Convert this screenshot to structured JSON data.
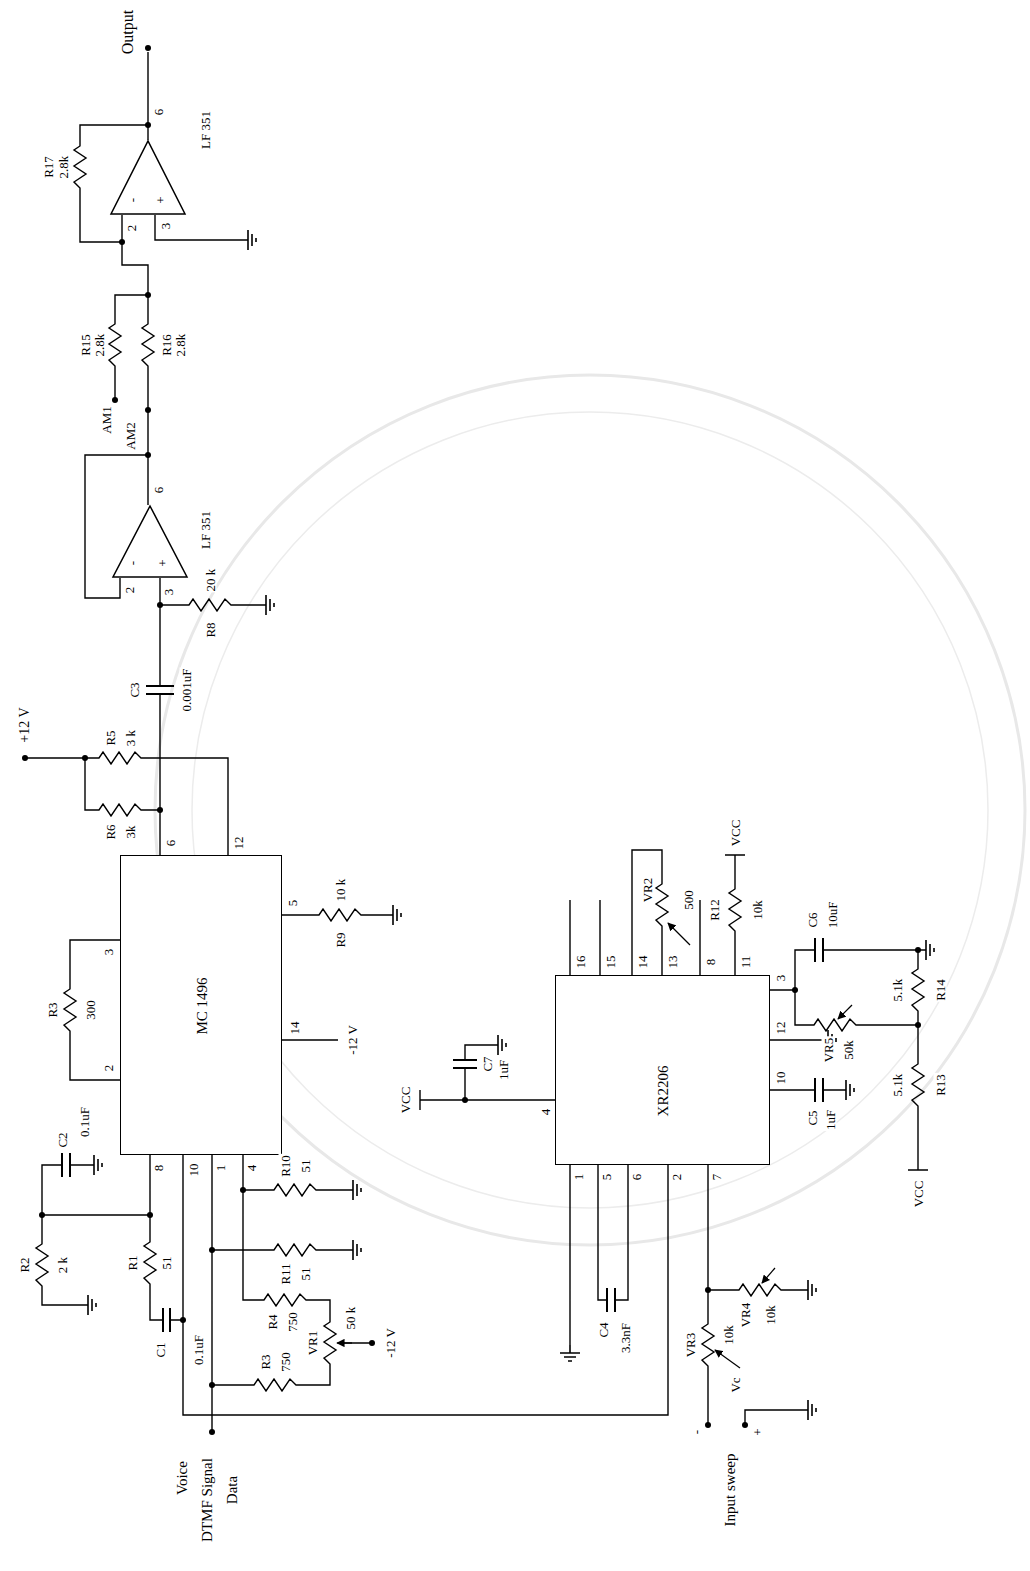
{
  "diagram": {
    "nodes": [
      {
        "text": [
          "MC 1496"
        ]
      },
      {
        "text": [
          "LF 351",
          "-",
          "+"
        ]
      },
      {
        "text": [
          "LF 351",
          "-",
          "+"
        ]
      },
      {
        "text": [
          "XR2206"
        ]
      }
    ],
    "edges": [
      {
        "from": 0,
        "to": 1,
        "arrow": "none"
      },
      {
        "from": 1,
        "to": 2,
        "arrow": "none"
      },
      {
        "from": 3,
        "to": 0,
        "arrow": "none"
      }
    ],
    "labels": [
      "Output",
      "R17",
      "2.8k",
      "2",
      "3",
      "6",
      "R15",
      "2.8k",
      "R16",
      "2.8k",
      "AM1",
      "AM2",
      "6",
      "2",
      "3",
      "R8",
      "20 k",
      "C3",
      "0.001uF",
      "+12 V",
      "R5",
      "3 k",
      "R6",
      "3k",
      "6",
      "12",
      "R3",
      "300",
      "3",
      "2",
      "5",
      "R9",
      "10 k",
      "14",
      "-12 V",
      "8",
      "10",
      "1",
      "4",
      "C2",
      "0.1uF",
      "R2",
      "2 k",
      "R1",
      "51",
      "C1",
      "0.1uF",
      "R10",
      "51",
      "R11",
      "51",
      "R4",
      "750",
      "R3",
      "750",
      "VR1",
      "50 k",
      "-12 V",
      "Voice",
      "DTMF Signal",
      "Data",
      "16",
      "15",
      "14",
      "13",
      "8",
      "11",
      "VR2",
      "500",
      "R12",
      "10k",
      "VCC",
      "VCC",
      "4",
      "C7",
      "1uF",
      "3",
      "12",
      "10",
      "C6",
      "10uF",
      "VR5",
      "50k",
      "R14",
      "5.1k",
      "R13",
      "5.1k",
      "VCC",
      "C5",
      "1uF",
      "1",
      "5",
      "6",
      "2",
      "7",
      "C4",
      "3.3nF",
      "VR4",
      "10k",
      "VR3",
      "10k",
      "Vc",
      "-",
      "+",
      "Input sweep"
    ]
  }
}
